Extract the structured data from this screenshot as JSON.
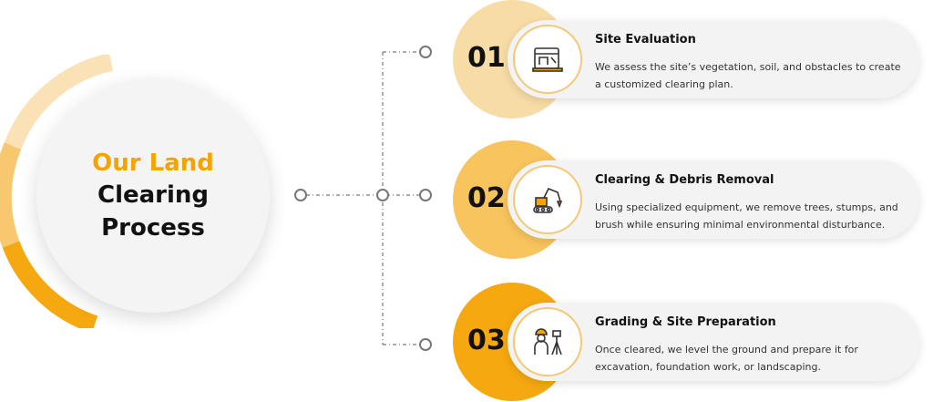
{
  "title": {
    "line1": "Our Land",
    "line2": "Clearing",
    "line3": "Process"
  },
  "colors": {
    "accent": "#f5a300",
    "step1": "#f7dca6",
    "step2": "#f7c45e",
    "step3": "#f6a810",
    "connector": "#777777"
  },
  "steps": [
    {
      "number": "01",
      "title": "Site Evaluation",
      "description": "We assess the site’s vegetation, soil, and obstacles to create a customized clearing plan.",
      "icon": "blueprint-icon"
    },
    {
      "number": "02",
      "title": "Clearing & Debris Removal",
      "description": "Using specialized equipment, we remove trees, stumps, and brush while ensuring minimal environmental disturbance.",
      "icon": "excavator-icon"
    },
    {
      "number": "03",
      "title": "Grading & Site Preparation",
      "description": "Once cleared, we level the ground and prepare it for excavation, foundation work, or landscaping.",
      "icon": "surveyor-icon"
    }
  ]
}
